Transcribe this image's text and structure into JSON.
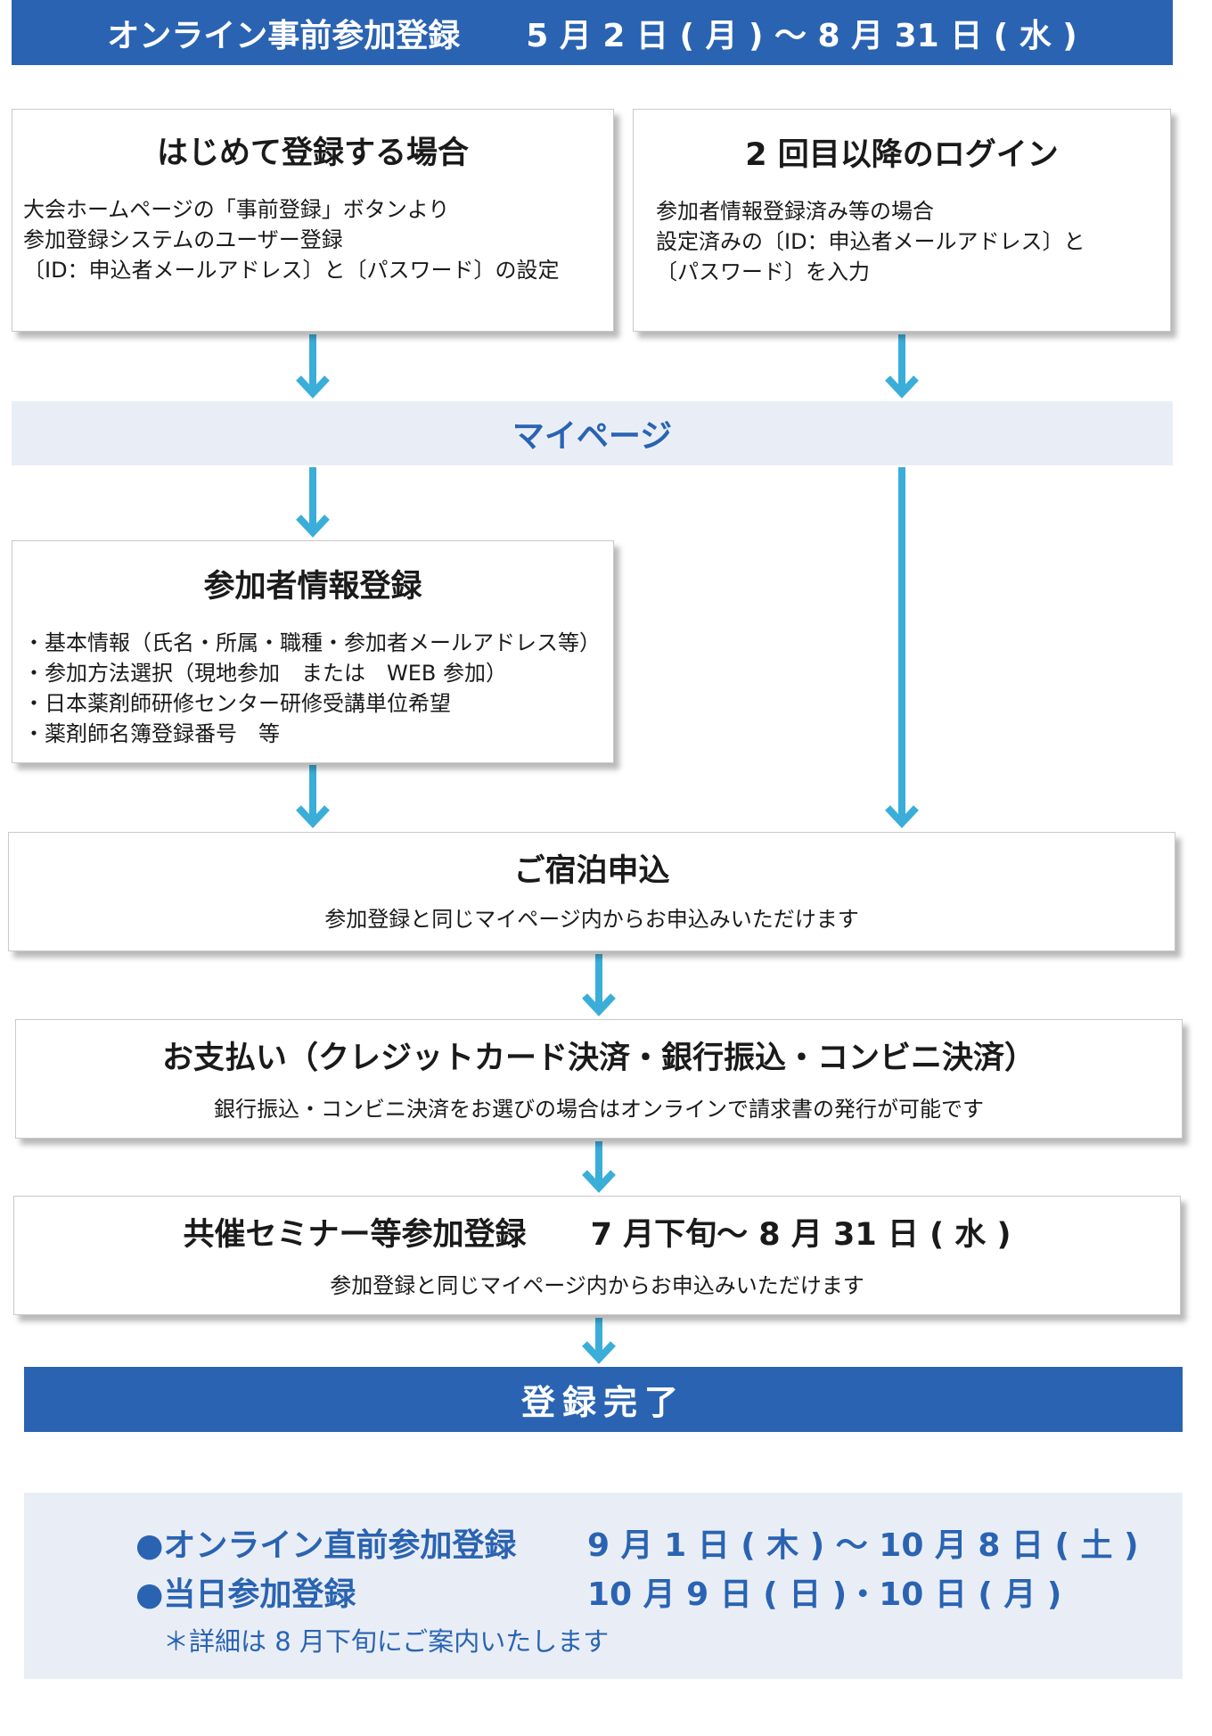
{
  "header": {
    "title": "オンライン事前参加登録",
    "period": "5 月 2 日 ( 月 ) ～ 8 月 31 日 ( 水 )"
  },
  "first_time": {
    "title": "はじめて登録する場合",
    "lines": [
      "大会ホームページの「事前登録」ボタンより",
      "参加登録システムのユーザー登録",
      "〔ID：申込者メールアドレス〕と〔パスワード〕の設定"
    ]
  },
  "returning": {
    "title": "2 回目以降のログイン",
    "lines": [
      "参加者情報登録済み等の場合",
      "設定済みの〔ID：申込者メールアドレス〕と",
      "〔パスワード〕を入力"
    ]
  },
  "mypage": {
    "label": "マイページ"
  },
  "participant_info": {
    "title": "参加者情報登録",
    "lines": [
      "・基本情報（氏名・所属・職種・参加者メールアドレス等）",
      "・参加方法選択（現地参加　または　WEB 参加）",
      "・日本薬剤師研修センター研修受講単位希望",
      "・薬剤師名簿登録番号　等"
    ]
  },
  "lodging": {
    "title": "ご宿泊申込",
    "subtitle": "参加登録と同じマイページ内からお申込みいただけます"
  },
  "payment": {
    "title": "お支払い（クレジットカード決済・銀行振込・コンビニ決済）",
    "subtitle": "銀行振込・コンビニ決済をお選びの場合はオンラインで請求書の発行が可能です"
  },
  "seminar": {
    "title": "共催セミナー等参加登録",
    "period": "7 月下旬～ 8 月 31 日 ( 水 )",
    "subtitle": "参加登録と同じマイページ内からお申込みいただけます"
  },
  "complete": {
    "label": "登録完了"
  },
  "later_registration": {
    "online_label": "●オンライン直前参加登録",
    "online_period": "9 月 1 日 ( 木 ) ～ 10 月 8 日 ( 土 )",
    "onsite_label": "●当日参加登録",
    "onsite_period": "10 月 9 日 ( 日 )・10 日 ( 月 )",
    "note": "＊詳細は 8 月下旬にご案内いたします"
  },
  "colors": {
    "banner": "#2a63b2",
    "arrow": "#3aaed8",
    "band": "#e9eef6"
  }
}
